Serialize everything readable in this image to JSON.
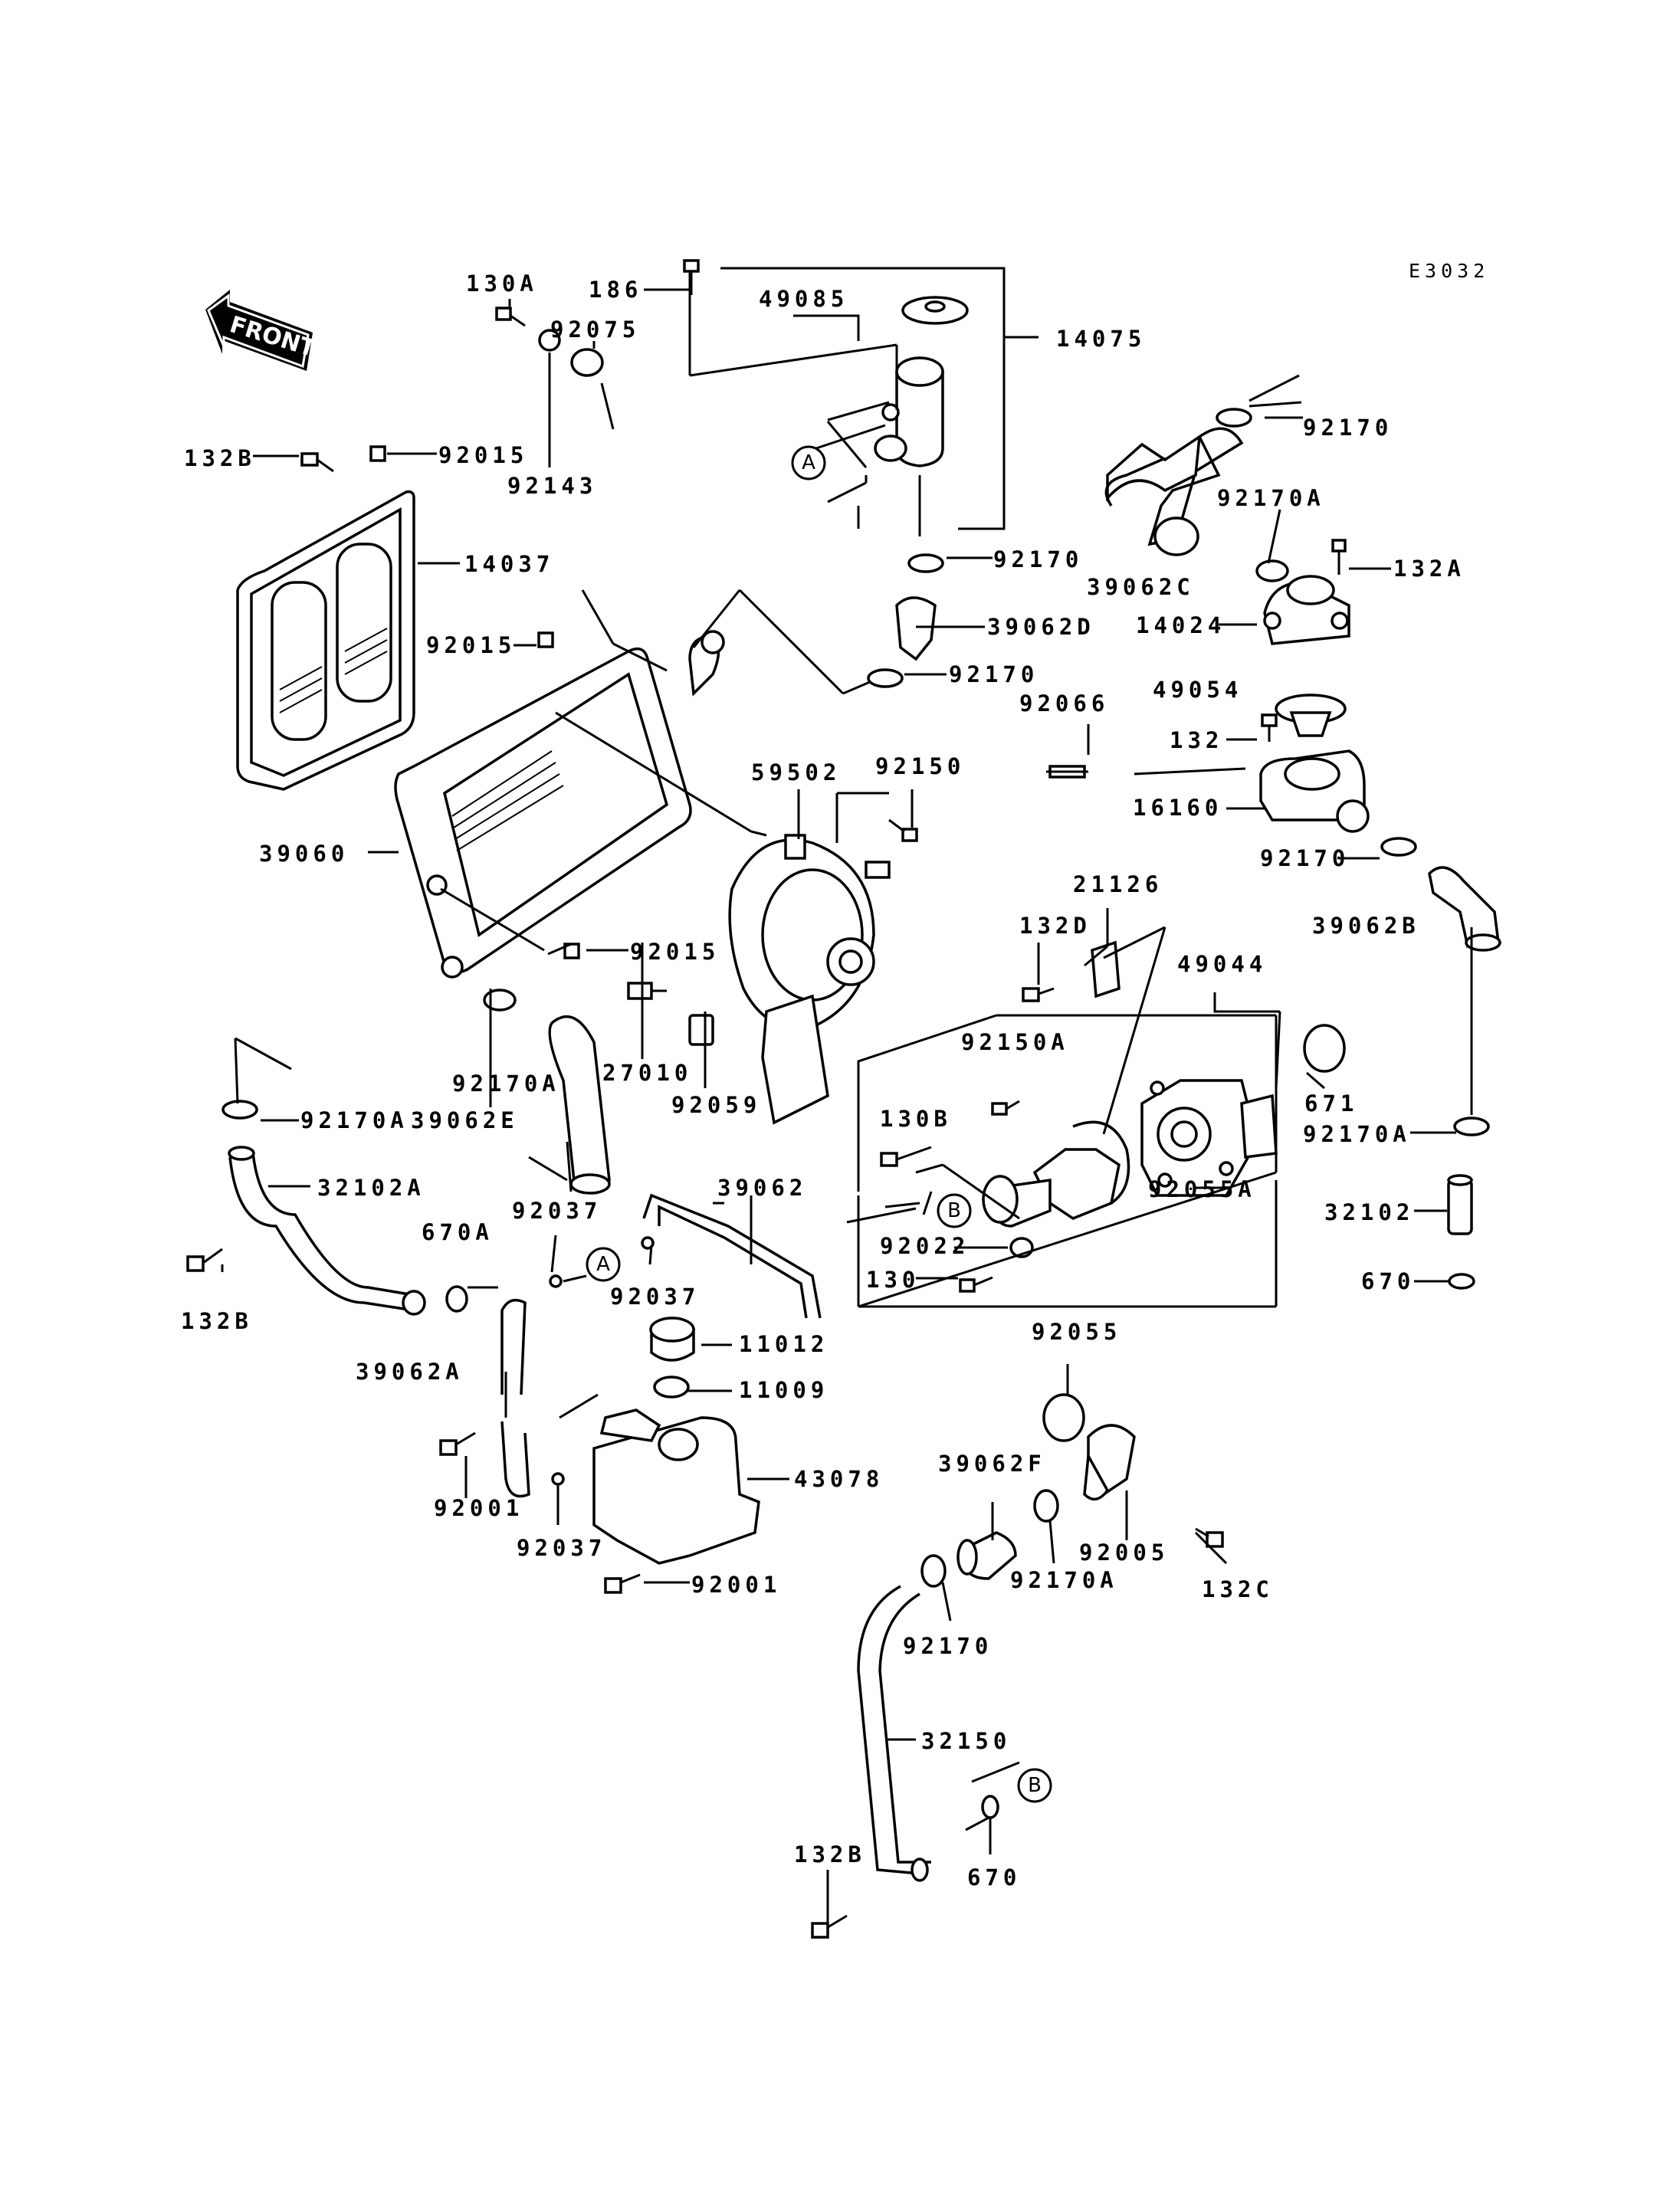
{
  "diagram_code": "E3032",
  "front_label": "FRONT",
  "refs": {
    "a": "A",
    "b": "B"
  },
  "labels": {
    "l130A": "130A",
    "l186": "186",
    "l49085": "49085",
    "l14075": "14075",
    "l92075": "92075",
    "l132B_a": "132B",
    "l92015_a": "92015",
    "l92143": "92143",
    "l92170_a": "92170",
    "l14037": "14037",
    "l92170_b": "92170",
    "l92170A_a": "92170A",
    "l132A": "132A",
    "l39062C": "39062C",
    "l39062D": "39062D",
    "l14024": "14024",
    "l92015_b": "92015",
    "l92170_c": "92170",
    "l92066": "92066",
    "l49054": "49054",
    "l132": "132",
    "l59502": "59502",
    "l92150": "92150",
    "l16160": "16160",
    "l39060": "39060",
    "l92170_d": "92170",
    "l21126": "21126",
    "l39062B": "39062B",
    "l92015_c": "92015",
    "l132D": "132D",
    "l49044": "49044",
    "l92170A_b": "92170A",
    "l27010": "27010",
    "l92150A": "92150A",
    "l671": "671",
    "l92170A_c": "92170A",
    "l39062E": "39062E",
    "l130B": "130B",
    "l92059": "92059",
    "l92170A_d": "92170A",
    "l32102A": "32102A",
    "l92055A": "92055A",
    "l92037_a": "92037",
    "l39062": "39062",
    "l670A": "670A",
    "l92022": "92022",
    "l32102": "32102",
    "l132B_b": "132B",
    "l92037_b": "92037",
    "l130": "130",
    "l670_a": "670",
    "l11012": "11012",
    "l92055": "92055",
    "l39062A": "39062A",
    "l11009": "11009",
    "l39062F": "39062F",
    "l43078": "43078",
    "l92001_a": "92001",
    "l92037_c": "92037",
    "l92005": "92005",
    "l92170A_e": "92170A",
    "l132C": "132C",
    "l92001_b": "92001",
    "l92170_e": "92170",
    "l32150": "32150",
    "l132B_c": "132B",
    "l670_b": "670"
  }
}
